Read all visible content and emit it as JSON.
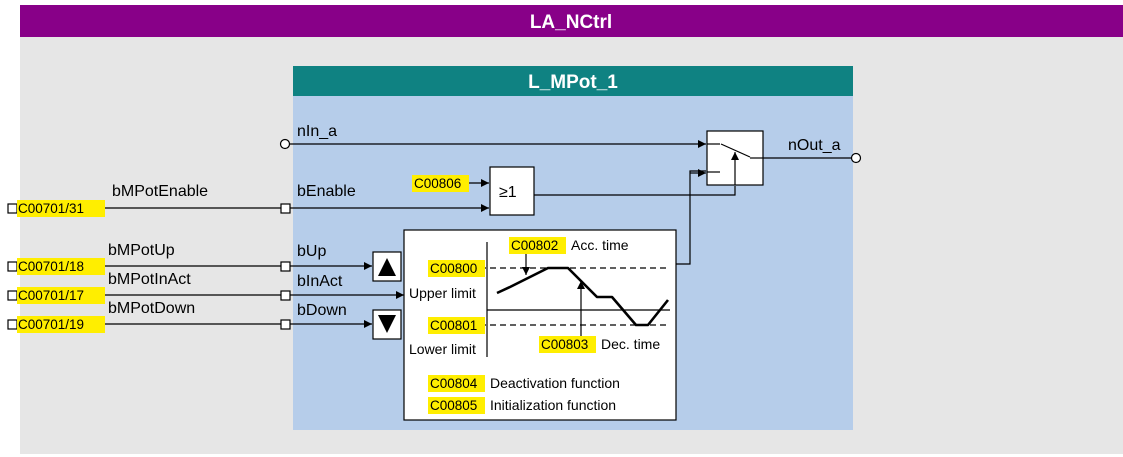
{
  "outer_title": "LA_NCtrl",
  "block_title": "L_MPot_1",
  "colors": {
    "outer_header": "#880088",
    "outer_bg": "#e6e6e6",
    "block_header": "#0f8282",
    "block_bg": "#b6cdea",
    "highlight": "#ffee00"
  },
  "inputs": {
    "enable": {
      "code": "C00701/31",
      "signal": "bMPotEnable",
      "port": "bEnable"
    },
    "up": {
      "code": "C00701/18",
      "signal": "bMPotUp",
      "port": "bUp"
    },
    "inact": {
      "code": "C00701/17",
      "signal": "bMPotInAct",
      "port": "bInAct"
    },
    "down": {
      "code": "C00701/19",
      "signal": "bMPotDown",
      "port": "bDown"
    }
  },
  "analog": {
    "input": "nIn_a",
    "output": "nOut_a"
  },
  "or_gate": {
    "code": "C00806",
    "label": "≥1"
  },
  "function": {
    "upper_code": "C00800",
    "upper_label": "Upper limit",
    "lower_code": "C00801",
    "lower_label": "Lower limit",
    "acc_code": "C00802",
    "acc_label": "Acc. time",
    "dec_code": "C00803",
    "dec_label": "Dec. time",
    "deact_code": "C00804",
    "deact_label": "Deactivation function",
    "init_code": "C00805",
    "init_label": "Initialization function"
  },
  "icons": {
    "up": "triangle-up-icon",
    "down": "triangle-down-icon",
    "switch": "switch-icon"
  }
}
